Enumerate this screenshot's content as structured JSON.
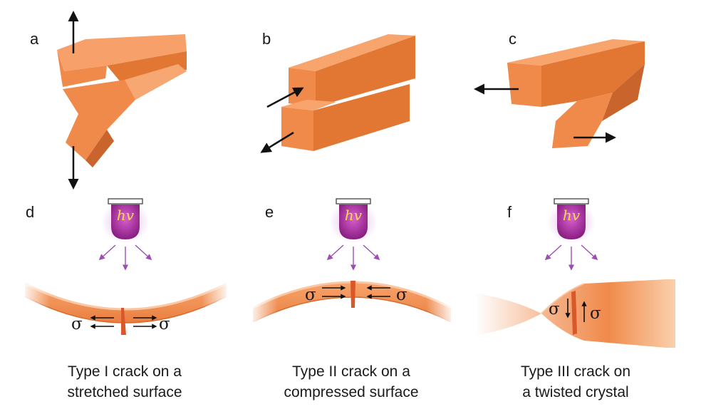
{
  "panels": {
    "a": "a",
    "b": "b",
    "c": "c",
    "d": "d",
    "e": "e",
    "f": "f"
  },
  "lamp_label": "hv",
  "stress_symbol": "σ",
  "captions": {
    "d": [
      "Type I crack on a",
      "stretched surface"
    ],
    "e": [
      "Type II crack on a",
      "compressed surface"
    ],
    "f": [
      "Type III crack on",
      "a twisted crystal"
    ]
  },
  "colors": {
    "crystal": "#f08a4b",
    "crystal_light": "#f7b083",
    "crystal_dark": "#c8642c",
    "lamp": "#9b2a93",
    "light_arrow": "#9b4fb0",
    "arrow": "#111111"
  }
}
